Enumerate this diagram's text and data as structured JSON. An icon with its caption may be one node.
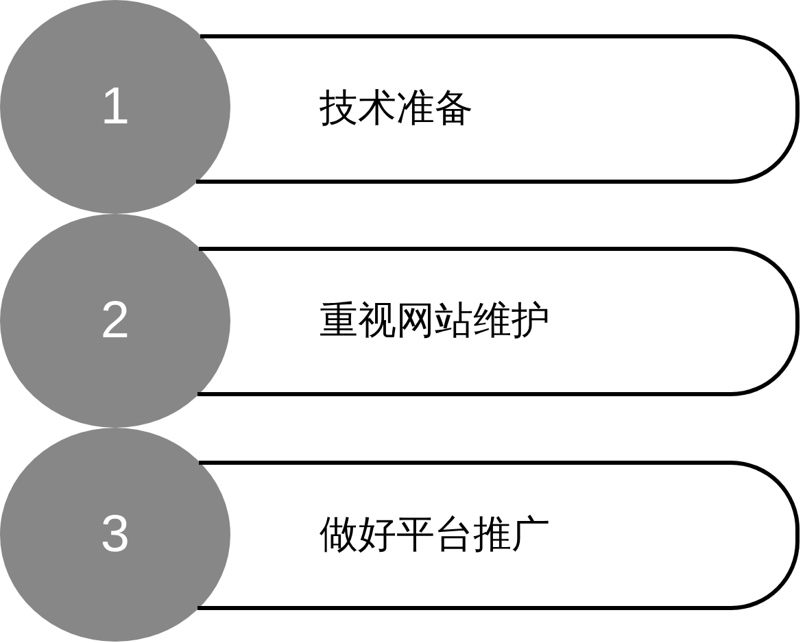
{
  "diagram": {
    "nodes": [
      {
        "text": [
          "1"
        ]
      },
      {
        "text": [
          "技术准备"
        ]
      },
      {
        "text": [
          "2"
        ]
      },
      {
        "text": [
          "重视网站维护"
        ]
      },
      {
        "text": [
          "3"
        ]
      },
      {
        "text": [
          "做好平台推广"
        ]
      }
    ]
  }
}
